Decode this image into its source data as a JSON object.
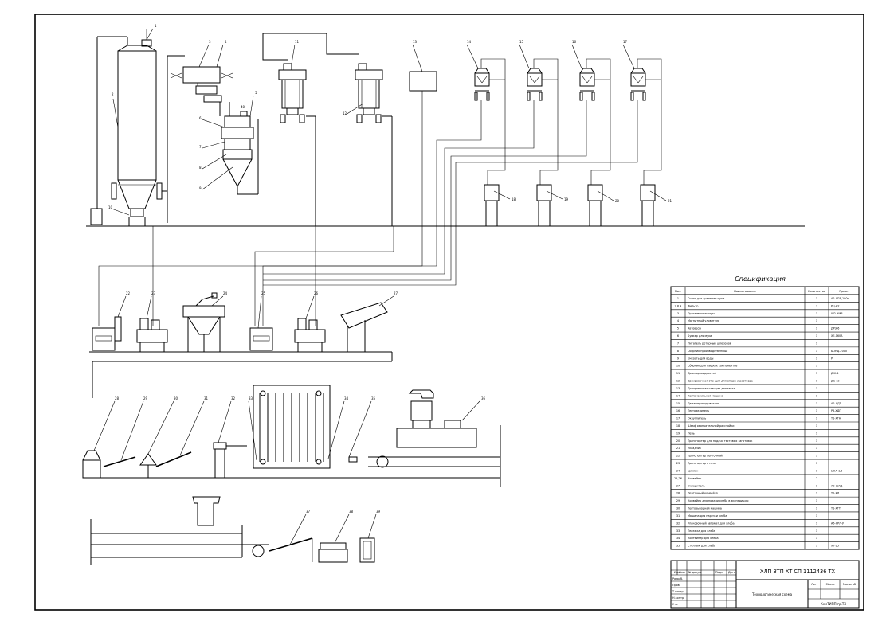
{
  "spec_table": {
    "title": "Спецификация",
    "headers": [
      "Поз.",
      "Наименование",
      "Количество",
      "Прим."
    ],
    "rows": [
      {
        "pos": "1",
        "name": "Силос для хранения муки",
        "qty": "1",
        "note": "А2-ХПЯ,100м"
      },
      {
        "pos": "2,8,9",
        "name": "Фильтр",
        "qty": "3",
        "note": "РЦ-И2"
      },
      {
        "pos": "3",
        "name": "Просеиватель муки",
        "qty": "1",
        "note": "Ш2-ХМВ"
      },
      {
        "pos": "4",
        "name": "Магнитный уловитель",
        "qty": "1",
        "note": ""
      },
      {
        "pos": "5",
        "name": "Автовесы",
        "qty": "1",
        "note": "ДРЭ-6"
      },
      {
        "pos": "6",
        "name": "Бункер для муки",
        "qty": "1",
        "note": "ХЕ-160А"
      },
      {
        "pos": "7",
        "name": "Питатель роторный шлюзовой",
        "qty": "1",
        "note": ""
      },
      {
        "pos": "8",
        "name": "Сборник производственный",
        "qty": "1",
        "note": "БОНД-2000"
      },
      {
        "pos": "9",
        "name": "Емкость для воды",
        "qty": "1",
        "note": "Р"
      },
      {
        "pos": "10",
        "name": "Сборник для жидких компонентов",
        "qty": "1",
        "note": ""
      },
      {
        "pos": "11",
        "name": "Дозатор жидкостей",
        "qty": "3",
        "note": "ДЖ-1"
      },
      {
        "pos": "12",
        "name": "Дозировочная станция для опары и раствора",
        "qty": "1",
        "note": "ДС-12"
      },
      {
        "pos": "13",
        "name": "Дозировочная станция для теста",
        "qty": "1",
        "note": ""
      },
      {
        "pos": "14",
        "name": "Тестомесильная машина",
        "qty": "1",
        "note": ""
      },
      {
        "pos": "15",
        "name": "Дежеопрокидыватель",
        "qty": "1",
        "note": "А2-ХДТ"
      },
      {
        "pos": "16",
        "name": "Тестоделитель",
        "qty": "1",
        "note": "Р3-ХДП"
      },
      {
        "pos": "17",
        "name": "Округлитель",
        "qty": "1",
        "note": "Т1-ХТН"
      },
      {
        "pos": "18",
        "name": "Шкаф окончательной расстойки",
        "qty": "1",
        "note": ""
      },
      {
        "pos": "19",
        "name": "Печь",
        "qty": "1",
        "note": ""
      },
      {
        "pos": "20",
        "name": "Транспортер для подачи тестовых заготовок",
        "qty": "1",
        "note": ""
      },
      {
        "pos": "21",
        "name": "Укладчик",
        "qty": "1",
        "note": ""
      },
      {
        "pos": "22",
        "name": "Транспортер ленточный",
        "qty": "1",
        "note": ""
      },
      {
        "pos": "23",
        "name": "Транспортер к печи",
        "qty": "1",
        "note": ""
      },
      {
        "pos": "24",
        "name": "Циклон",
        "qty": "1",
        "note": "ЦОЛ-1,5"
      },
      {
        "pos": "25,26",
        "name": "Конвейер",
        "qty": "2",
        "note": ""
      },
      {
        "pos": "27",
        "name": "Охладитель",
        "qty": "1",
        "note": "А2-ШХД"
      },
      {
        "pos": "28",
        "name": "Ленточный конвейер",
        "qty": "1",
        "note": "Т1-ХЛ"
      },
      {
        "pos": "29",
        "name": "Конвейер для подачи хлеба в экспедицию",
        "qty": "1",
        "note": ""
      },
      {
        "pos": "30",
        "name": "Тестовыводная машина",
        "qty": "1",
        "note": "Т1-ХТТ"
      },
      {
        "pos": "31",
        "name": "Машина для нарезки хлеба",
        "qty": "1",
        "note": ""
      },
      {
        "pos": "32",
        "name": "Упаковочный автомат для хлеба",
        "qty": "1",
        "note": "А5-ХРЛ-У"
      },
      {
        "pos": "33",
        "name": "Тележка для хлеба",
        "qty": "1",
        "note": ""
      },
      {
        "pos": "34",
        "name": "Контейнер для хлеба",
        "qty": "1",
        "note": ""
      },
      {
        "pos": "35",
        "name": "Стеллаж для хлеба",
        "qty": "1",
        "note": "ХТ-25"
      }
    ]
  },
  "title_block": {
    "code": "ХЛП ЗТП ХТ СП 1112436 ТХ",
    "drawing_title": "Технологическая схема",
    "org": "КемТИПП гр.ТХ",
    "col_labels": [
      "Изм",
      "Лист",
      "№ докум.",
      "Подп.",
      "Дата"
    ],
    "row_labels": [
      "Разраб.",
      "Пров.",
      "Т.контр.",
      "Н.контр.",
      "Утв."
    ],
    "stage_labels": [
      "Лит.",
      "Масса",
      "Масштаб"
    ]
  },
  "callouts": [
    "1",
    "2",
    "3",
    "4",
    "5",
    "6",
    "7",
    "8",
    "9",
    "10",
    "11",
    "12",
    "13",
    "14",
    "15",
    "16",
    "17",
    "18",
    "19",
    "20",
    "21",
    "22",
    "23",
    "24",
    "25",
    "26",
    "27",
    "28",
    "29",
    "30",
    "31",
    "32",
    "33",
    "34",
    "35",
    "36",
    "37",
    "38",
    "39",
    "40"
  ]
}
